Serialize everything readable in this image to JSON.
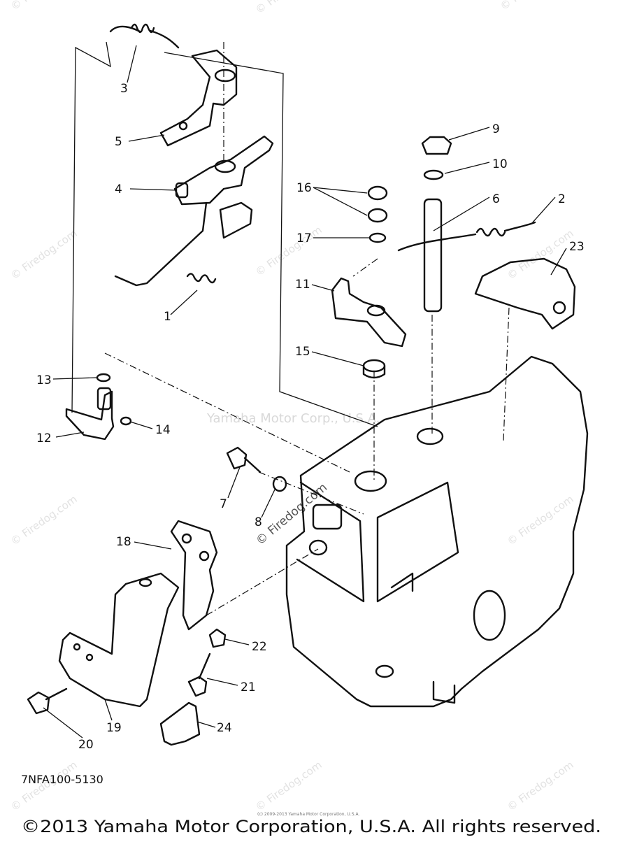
{
  "diagram": {
    "part_labels": [
      "1",
      "2",
      "3",
      "4",
      "5",
      "6",
      "7",
      "8",
      "9",
      "10",
      "11",
      "12",
      "13",
      "14",
      "15",
      "16",
      "17",
      "18",
      "19",
      "20",
      "21",
      "22",
      "23",
      "24"
    ],
    "drawing_code": "7NFA100-5130",
    "watermark_center": "Yamaha Motor Corp., U.S.A.",
    "watermark_diag": "© Firedog.com",
    "watermark_tile": "© Firedog.com",
    "tiny_note": "(c) 2009-2013 Yamaha Motor Corporation, U.S.A.",
    "copyright": "©2013 Yamaha Motor Corporation, U.S.A. All rights reserved."
  }
}
